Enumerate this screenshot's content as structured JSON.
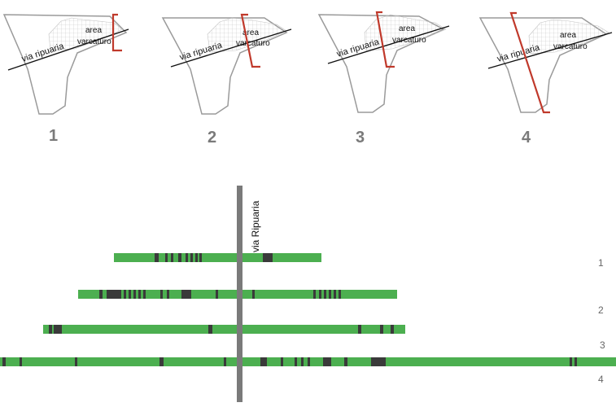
{
  "colors": {
    "outline": "#9a9a9a",
    "grid": "#c4c4c4",
    "road": "#111111",
    "section": "#c0392b",
    "band": "#4caf50",
    "building": "#3a3a3a",
    "axis": "#7a7a7a",
    "label": "#777777"
  },
  "map_labels": {
    "road": "via ripuaria",
    "area_line1": "area",
    "area_line2": "varcaturo"
  },
  "panels": [
    {
      "number": "1"
    },
    {
      "number": "2"
    },
    {
      "number": "3"
    },
    {
      "number": "4"
    }
  ],
  "axis_label": "via Ripuaria",
  "profiles": [
    {
      "label": "1"
    },
    {
      "label": "2"
    },
    {
      "label": "3"
    },
    {
      "label": "4"
    }
  ]
}
